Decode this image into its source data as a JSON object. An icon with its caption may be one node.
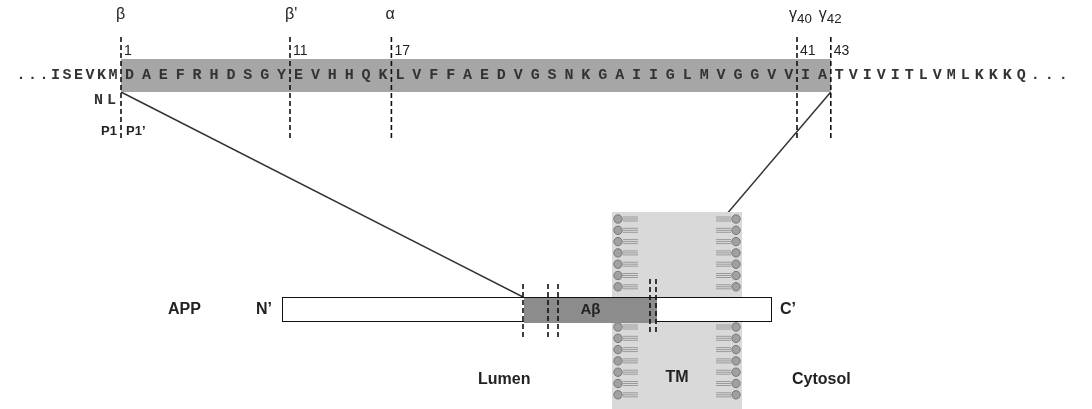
{
  "diagram": {
    "nodes": [
      {
        "text": [],
        "shape": "bar",
        "beside": [
          "N’",
          "C’"
        ]
      },
      {
        "text": [
          "Aβ"
        ],
        "in": 0
      },
      {
        "text": [
          "DAEFRHDSGYEVHHQKLVFFAEDVGSNKGAIIGLMVGGVVIA"
        ]
      },
      {
        "text": [
          "TM"
        ]
      }
    ],
    "edges": [
      {
        "from": 2,
        "to": 1,
        "arrow": "none"
      },
      {
        "from": 2,
        "to": 1,
        "arrow": "none"
      }
    ],
    "labels": [
      "β",
      "β'",
      "α",
      "γ$_{40}$",
      "γ$_{42}$",
      "1",
      "11",
      "17",
      "41",
      "43",
      "...ISEVKM",
      "TVIVITLVMLKKKQ...",
      "NL",
      "P1",
      "P1’",
      "APP",
      "Lumen",
      "Cytosol"
    ]
  }
}
